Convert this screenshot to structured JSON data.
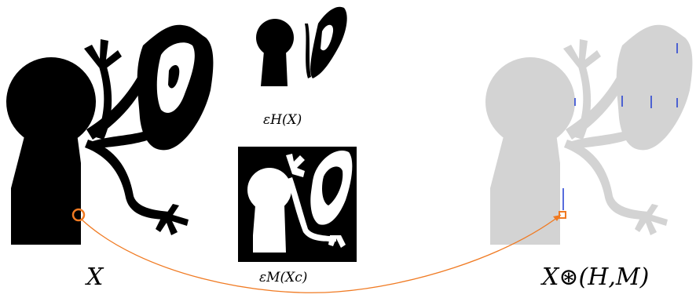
{
  "labels": {
    "x": "X",
    "hit_or_miss": "X⊛(H,M)",
    "erosion_h": "εH(X)",
    "erosion_m": "εM(Xc)"
  },
  "colors": {
    "shape": "#000000",
    "result_shape": "#d3d3d3",
    "arc": "#f07a22",
    "detected_marks": "#1f3bd0",
    "background": "#ffffff"
  }
}
